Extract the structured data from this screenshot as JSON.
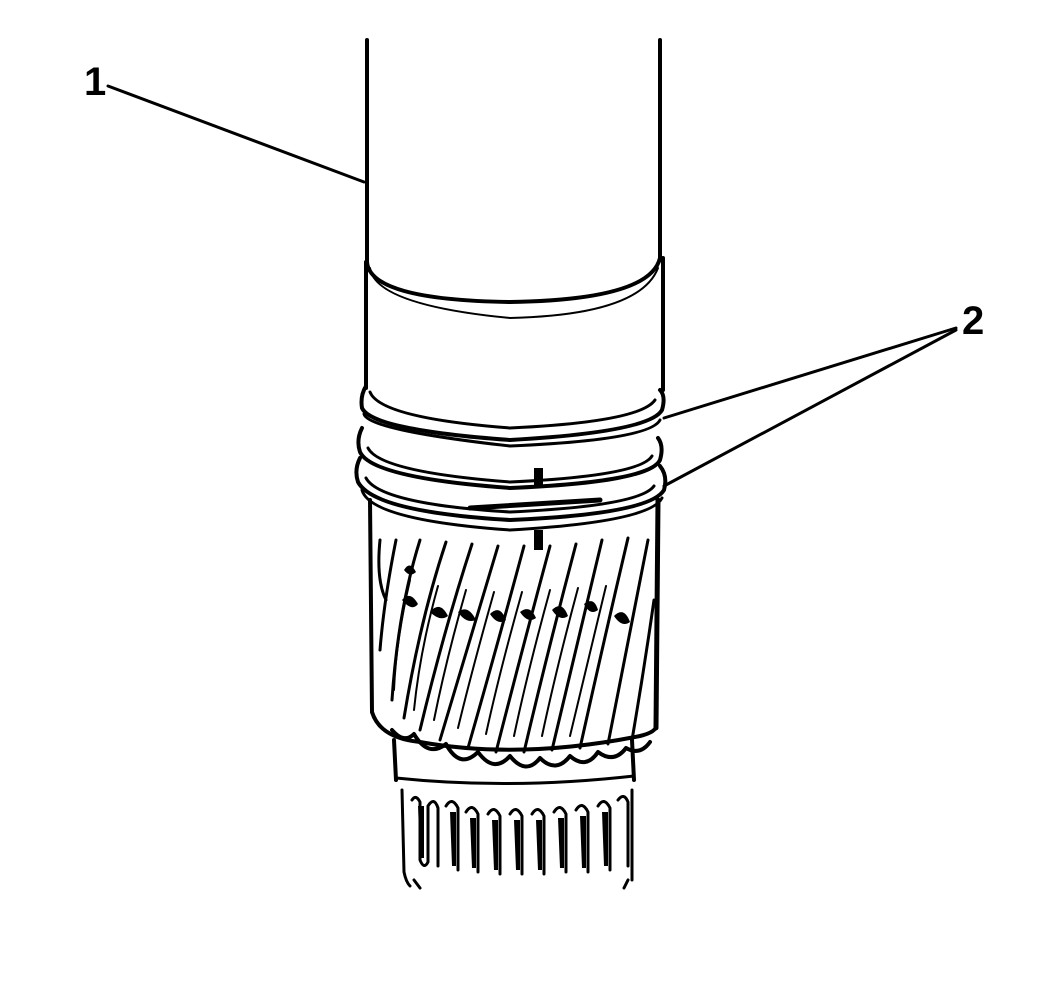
{
  "diagram": {
    "colors": {
      "ink": "#000000",
      "paper": "#ffffff"
    },
    "callouts": [
      {
        "id": "1",
        "label": "1"
      },
      {
        "id": "2",
        "label": "2"
      }
    ]
  }
}
